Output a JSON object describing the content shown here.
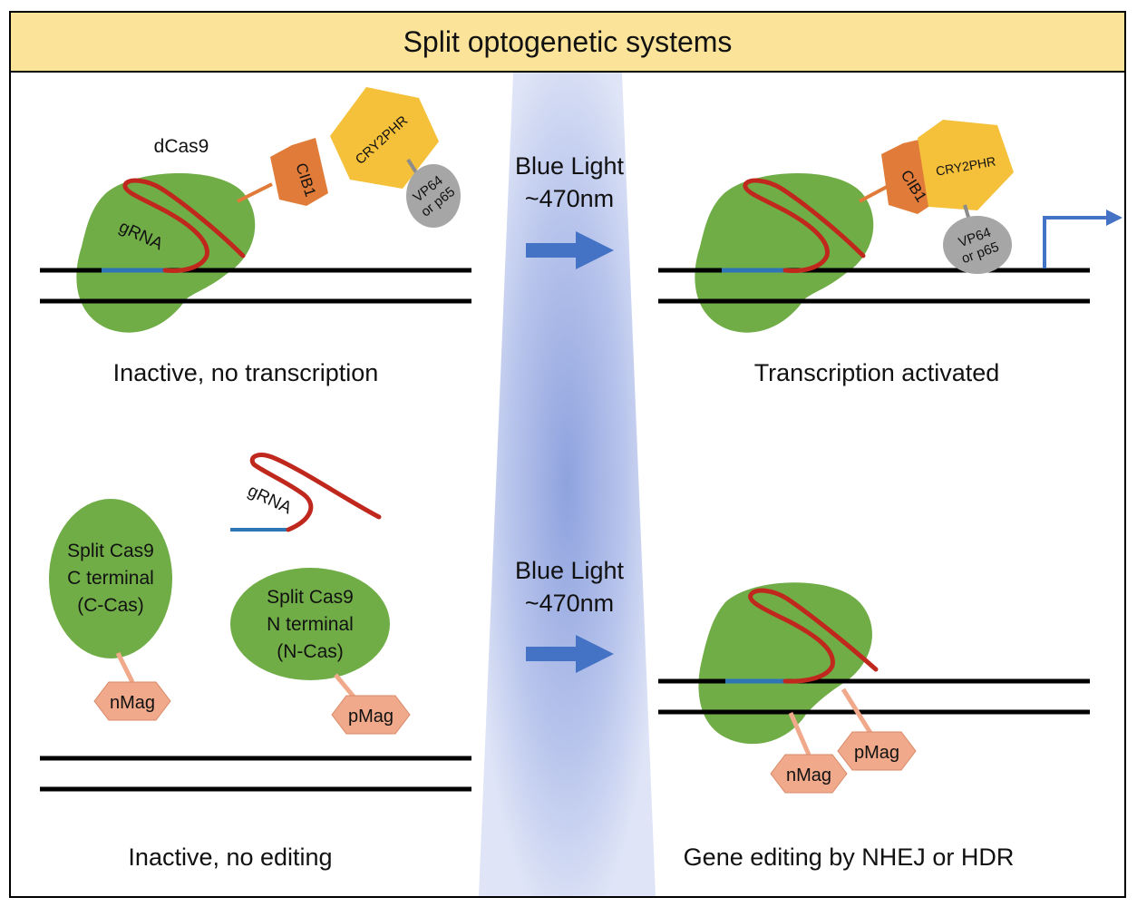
{
  "title": "Split optogenetic systems",
  "light": {
    "top_label_1": "Blue Light",
    "top_label_2": "~470nm",
    "bottom_label_1": "Blue Light",
    "bottom_label_2": "~470nm"
  },
  "top_left": {
    "dcas9": "dCas9",
    "grna": "gRNA",
    "cib1": "CIB1",
    "cry2phr": "CRY2PHR",
    "vp64_line1": "VP64",
    "vp64_line2": "or p65",
    "caption": "Inactive, no transcription"
  },
  "top_right": {
    "cib1": "CIB1",
    "cry2phr": "CRY2PHR",
    "vp64_line1": "VP64",
    "vp64_line2": "or p65",
    "caption": "Transcription activated"
  },
  "bottom_left": {
    "grna": "gRNA",
    "c_cas_1": "Split Cas9",
    "c_cas_2": "C terminal",
    "c_cas_3": "(C-Cas)",
    "n_cas_1": "Split Cas9",
    "n_cas_2": "N terminal",
    "n_cas_3": "(N-Cas)",
    "nmag": "nMag",
    "pmag": "pMag",
    "caption": "Inactive, no editing"
  },
  "bottom_right": {
    "nmag": "nMag",
    "pmag": "pMag",
    "caption": "Gene editing by NHEJ or HDR"
  },
  "colors": {
    "cas9": "#70ad47",
    "rna": "#c0281e",
    "dna_target": "#2e75b6",
    "cib1": "#e07b39",
    "cry2phr": "#f5c03a",
    "activator": "#a6a6a6",
    "mag": "#f0a98a",
    "arrow": "#4472c4",
    "title_bg": "#fbe39a"
  }
}
